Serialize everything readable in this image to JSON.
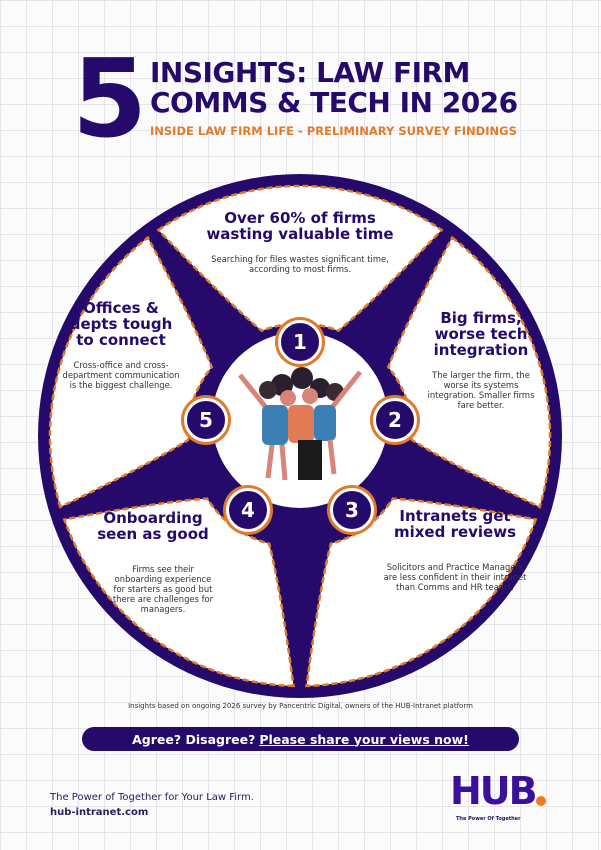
{
  "header": {
    "big_number": "5",
    "title_line1": "INSIGHTS: LAW FIRM",
    "title_line2": "COMMS & TECH IN 2026",
    "subtitle": "INSIDE LAW FIRM LIFE - PRELIMINARY SURVEY FINDINGS"
  },
  "insights": [
    {
      "number": "1",
      "heading": "Over 60% of firms wasting valuable time",
      "body": "Searching for files wastes significant time, according to most firms."
    },
    {
      "number": "2",
      "heading": "Big firms, worse tech integration",
      "body": "The larger the firm, the worse its systems integration. Smaller firms fare better."
    },
    {
      "number": "3",
      "heading": "Intranets get mixed reviews",
      "body": "Solicitors and Practice Managers are less confident in their intranet than Comms and HR teams."
    },
    {
      "number": "4",
      "heading": "Onboarding seen as good",
      "body": "Firms see their onboarding experience for starters as good but there are challenges for managers."
    },
    {
      "number": "5",
      "heading": "Offices & depts tough to connect",
      "body": "Cross-office and cross-department communication is the biggest challenge."
    }
  ],
  "footnote": "Insights based on ongoing 2026 survey by Pancentric Digital, owners of the HUB-Intranet platform",
  "cta": {
    "prefix": "Agree? Disagree?",
    "link": "Please share your views now!"
  },
  "footer": {
    "tagline": "The Power of Together for Your Law Firm.",
    "url": "hub-intranet.com",
    "logo": "HUB",
    "logo_tagline": "The Power Of Together"
  },
  "colors": {
    "purple": "#250a6b",
    "orange": "#e07b2c"
  }
}
